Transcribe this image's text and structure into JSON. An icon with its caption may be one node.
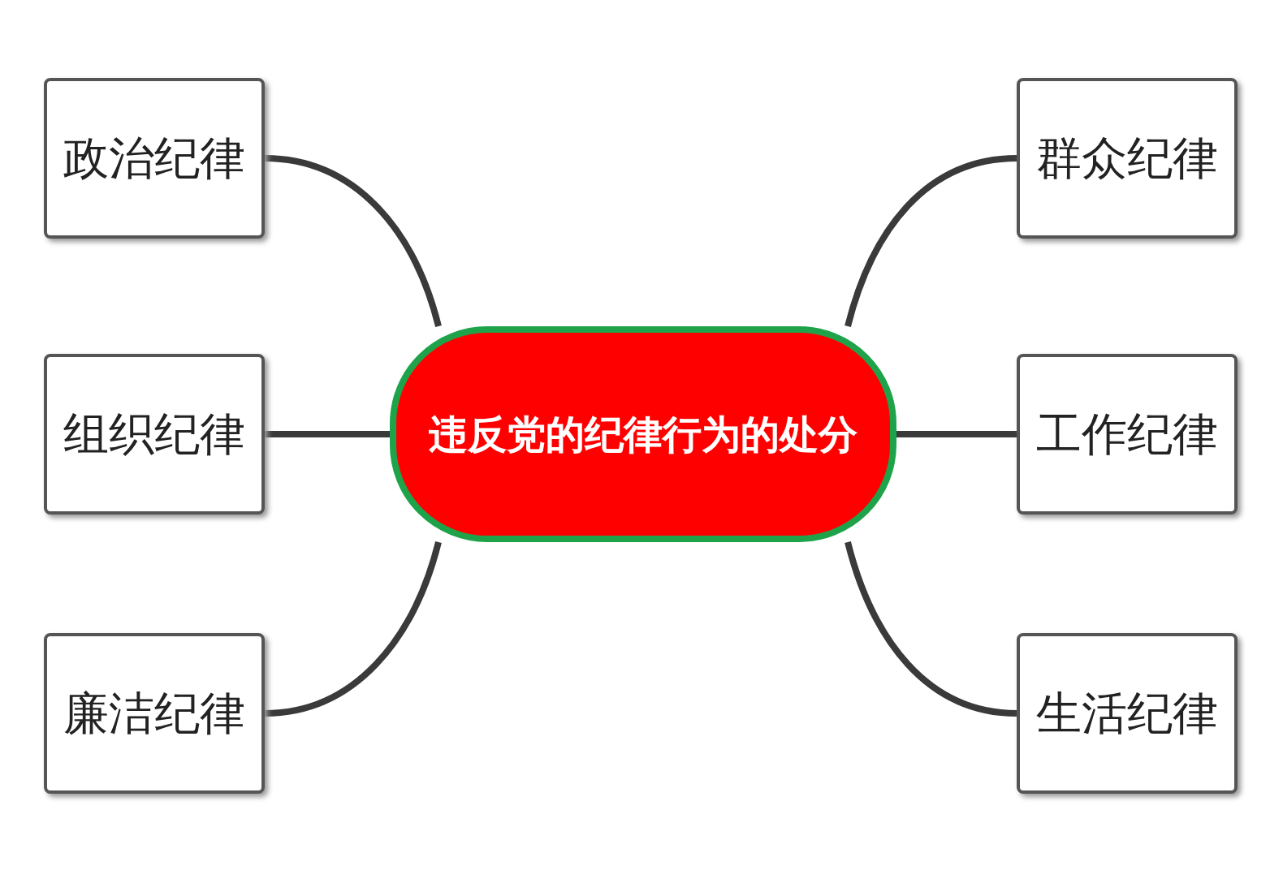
{
  "diagram": {
    "nodes": [
      {
        "text": [
          "违反党的纪律行为的处分"
        ]
      },
      {
        "text": [
          "政治纪律"
        ]
      },
      {
        "text": [
          "群众纪律"
        ]
      },
      {
        "text": [
          "组织纪律"
        ]
      },
      {
        "text": [
          "工作纪律"
        ]
      },
      {
        "text": [
          "廉洁纪律"
        ]
      },
      {
        "text": [
          "生活纪律"
        ]
      }
    ],
    "edges": [
      {
        "from": 0,
        "to": 1,
        "arrow": "none"
      },
      {
        "from": 0,
        "to": 2,
        "arrow": "none"
      },
      {
        "from": 0,
        "to": 3,
        "arrow": "none"
      },
      {
        "from": 0,
        "to": 4,
        "arrow": "none"
      },
      {
        "from": 0,
        "to": 5,
        "arrow": "none"
      },
      {
        "from": 0,
        "to": 6,
        "arrow": "none"
      }
    ]
  }
}
